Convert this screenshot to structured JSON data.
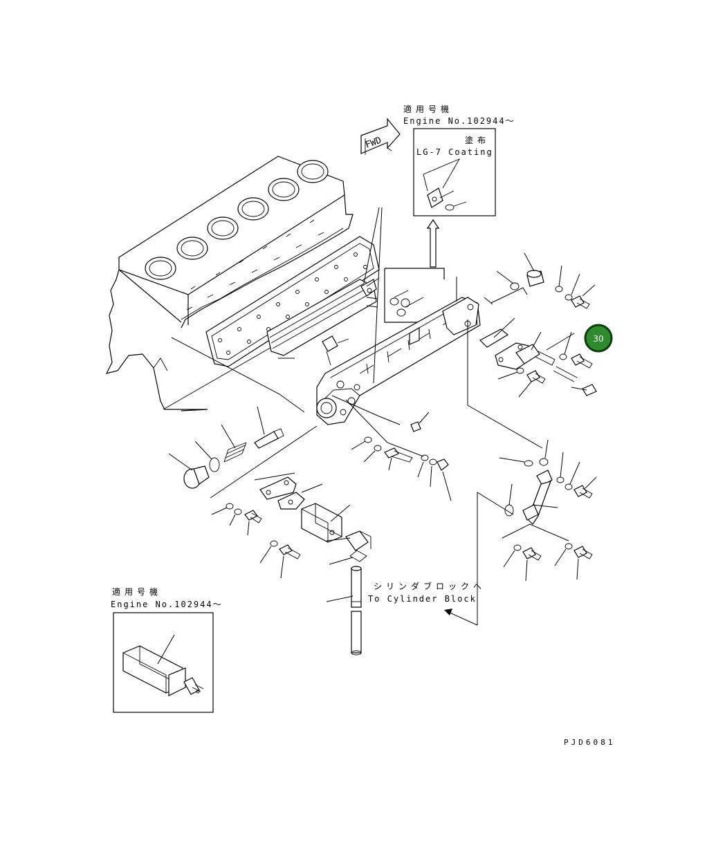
{
  "diagram": {
    "fwd_label": "FWD",
    "top_note": {
      "jp": "適用号機",
      "en": "Engine No.102944〜"
    },
    "coating_note": {
      "jp": "塗布",
      "en": "LG-7 Coating"
    },
    "cylinder_block_note": {
      "jp": "シリンダブロックへ",
      "en": "To Cylinder Block"
    },
    "bottom_note": {
      "jp": "適用号機",
      "en": "Engine No.102944〜"
    },
    "drawing_code": "PJD6081",
    "marker": {
      "label": "30",
      "color": "#2e8b2e",
      "ring_color": "#0b3d0b"
    }
  }
}
